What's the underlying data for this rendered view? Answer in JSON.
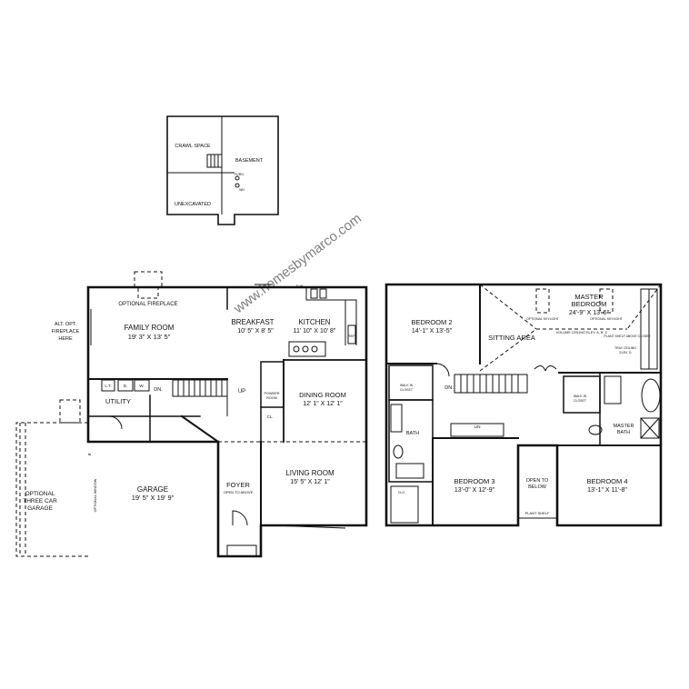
{
  "watermark": "www.homesbymarco.com",
  "basement": {
    "crawl_space": "CRAWL SPACE",
    "basement": "BASEMENT",
    "unexcavated": "UNEXCAVATED",
    "furn": "FURN",
    "wh": "WH"
  },
  "first_floor": {
    "optional_fireplace": "OPTIONAL FIREPLACE",
    "alt_fireplace_line1": "ALT. OPT.",
    "alt_fireplace_line2": "FIREPLACE",
    "alt_fireplace_line3": "HERE",
    "family_room": "FAMILY ROOM",
    "family_room_dim": "19' 3\" X 13' 5\"",
    "breakfast": "BREAKFAST",
    "breakfast_dim": "10' 5\" X 8' 5\"",
    "kitchen": "KITCHEN",
    "kitchen_dim": "11' 10\" X 10' 8\"",
    "dw": "D.W.",
    "ref": "REF.",
    "lt": "L.T.",
    "d": "D.",
    "w": "W.",
    "dn": "DN.",
    "up": "UP",
    "utility": "UTILITY",
    "powder_room_line1": "POWDER",
    "powder_room_line2": "ROOM",
    "dining_room": "DINING ROOM",
    "dining_room_dim": "12' 1\" X 12' 1\"",
    "cl": "CL.",
    "optional_garage_line1": "OPTIONAL",
    "optional_garage_line2": "THREE CAR",
    "optional_garage_line3": "GARAGE",
    "optional_window": "OPTIONAL WINDOW",
    "garage": "GARAGE",
    "garage_dim": "19' 5\" X 19' 9\"",
    "foyer": "FOYER",
    "foyer_note": "OPEN TO ABOVE",
    "living_room": "LIVING ROOM",
    "living_room_dim": "15' 5\" X 12' 1\""
  },
  "second_floor": {
    "master_bedroom_line1": "MASTER",
    "master_bedroom_line2": "BEDROOM",
    "master_bedroom_dim": "24'-9\" X 13'-5\"",
    "optional_skylight_a": "OPTIONAL SKYLIGHT",
    "optional_skylight_b": "OPTIONAL SKYLIGHT",
    "volume_ceiling": "VOLUME CEILING ELEV. A, B, C",
    "plant_shelf": "PLANT SHELF ABOVE CLOSET",
    "tray_ceiling_line1": "TRAY CEILING",
    "tray_ceiling_line2": "ELEV. D",
    "bedroom2": "BEDROOM 2",
    "bedroom2_dim": "14'-1\" X 13'-5\"",
    "sitting_area": "SITTING AREA",
    "walk_in_closet_line1": "WALK IN",
    "walk_in_closet_line2": "CLOSET",
    "walk_in_closet_b_line1": "WALK IN",
    "walk_in_closet_b_line2": "CLOSET",
    "dn": "DN.",
    "bath": "BATH",
    "lin": "LIN",
    "master_bath_line1": "MASTER",
    "master_bath_line2": "BATH",
    "clo": "CLO.",
    "bedroom3": "BEDROOM 3",
    "bedroom3_dim": "13'-0\" X 12'-9\"",
    "open_below_line1": "OPEN TO",
    "open_below_line2": "BELOW",
    "plant_shelf_b": "PLANT SHELF",
    "bedroom4": "BEDROOM 4",
    "bedroom4_dim": "13'-1\" X 11'-8\""
  }
}
